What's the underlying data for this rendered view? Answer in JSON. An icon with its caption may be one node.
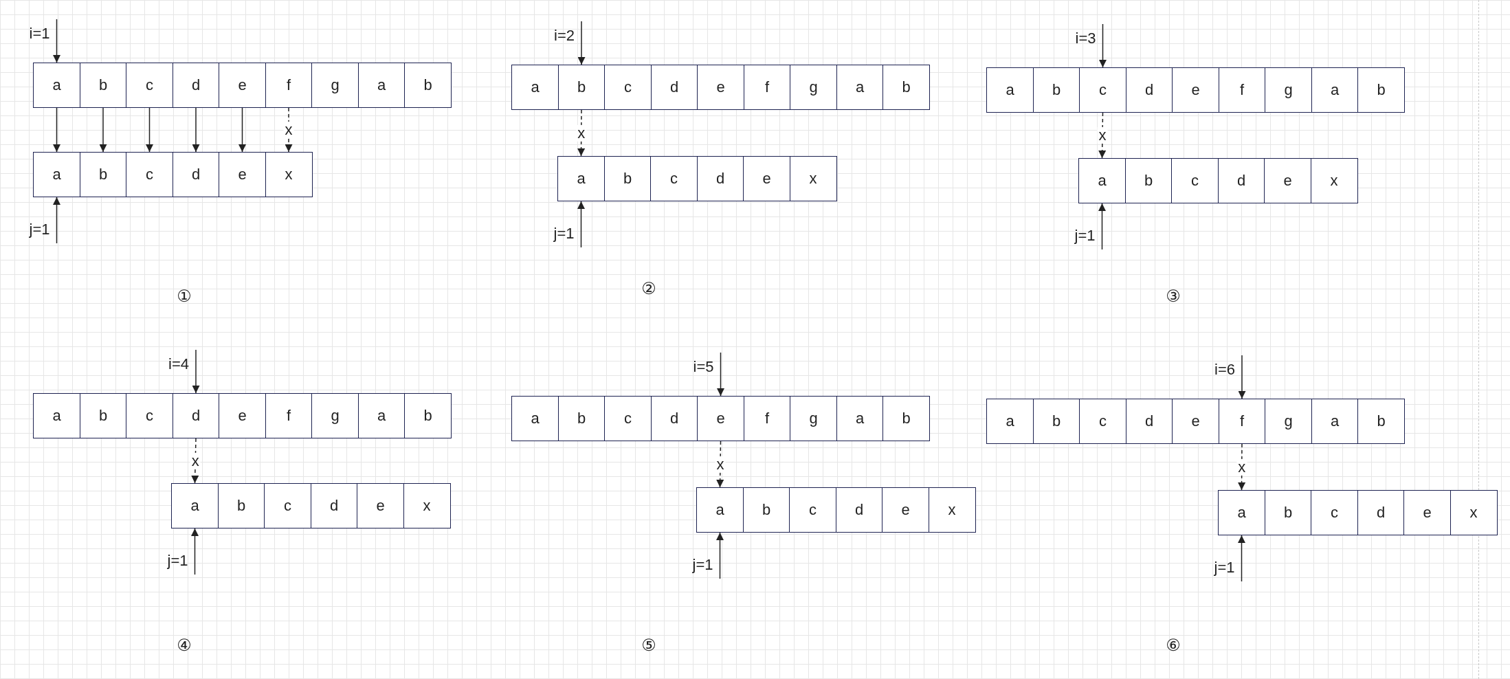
{
  "diagram": {
    "nodes": [
      {
        "text": [
          "a"
        ]
      },
      {
        "text": [
          "b"
        ]
      },
      {
        "text": [
          "c"
        ]
      },
      {
        "text": [
          "d"
        ]
      },
      {
        "text": [
          "e"
        ]
      },
      {
        "text": [
          "f"
        ]
      },
      {
        "text": [
          "g"
        ]
      },
      {
        "text": [
          "a"
        ]
      },
      {
        "text": [
          "b"
        ]
      },
      {
        "text": [
          "a"
        ]
      },
      {
        "text": [
          "b"
        ]
      },
      {
        "text": [
          "c"
        ]
      },
      {
        "text": [
          "d"
        ]
      },
      {
        "text": [
          "e"
        ]
      },
      {
        "text": [
          "x"
        ]
      },
      {
        "text": [
          "a"
        ]
      },
      {
        "text": [
          "b"
        ]
      },
      {
        "text": [
          "c"
        ]
      },
      {
        "text": [
          "d"
        ]
      },
      {
        "text": [
          "e"
        ]
      },
      {
        "text": [
          "f"
        ]
      },
      {
        "text": [
          "g"
        ]
      },
      {
        "text": [
          "a"
        ]
      },
      {
        "text": [
          "b"
        ]
      },
      {
        "text": [
          "a"
        ]
      },
      {
        "text": [
          "b"
        ]
      },
      {
        "text": [
          "c"
        ]
      },
      {
        "text": [
          "d"
        ]
      },
      {
        "text": [
          "e"
        ]
      },
      {
        "text": [
          "x"
        ]
      },
      {
        "text": [
          "a"
        ]
      },
      {
        "text": [
          "b"
        ]
      },
      {
        "text": [
          "c"
        ]
      },
      {
        "text": [
          "d"
        ]
      },
      {
        "text": [
          "e"
        ]
      },
      {
        "text": [
          "f"
        ]
      },
      {
        "text": [
          "g"
        ]
      },
      {
        "text": [
          "a"
        ]
      },
      {
        "text": [
          "b"
        ]
      },
      {
        "text": [
          "a"
        ]
      },
      {
        "text": [
          "b"
        ]
      },
      {
        "text": [
          "c"
        ]
      },
      {
        "text": [
          "d"
        ]
      },
      {
        "text": [
          "e"
        ]
      },
      {
        "text": [
          "x"
        ]
      },
      {
        "text": [
          "a"
        ]
      },
      {
        "text": [
          "b"
        ]
      },
      {
        "text": [
          "c"
        ]
      },
      {
        "text": [
          "d"
        ]
      },
      {
        "text": [
          "e"
        ]
      },
      {
        "text": [
          "f"
        ]
      },
      {
        "text": [
          "g"
        ]
      },
      {
        "text": [
          "a"
        ]
      },
      {
        "text": [
          "b"
        ]
      },
      {
        "text": [
          "a"
        ]
      },
      {
        "text": [
          "b"
        ]
      },
      {
        "text": [
          "c"
        ]
      },
      {
        "text": [
          "d"
        ]
      },
      {
        "text": [
          "e"
        ]
      },
      {
        "text": [
          "x"
        ]
      },
      {
        "text": [
          "a"
        ]
      },
      {
        "text": [
          "b"
        ]
      },
      {
        "text": [
          "c"
        ]
      },
      {
        "text": [
          "d"
        ]
      },
      {
        "text": [
          "e"
        ]
      },
      {
        "text": [
          "f"
        ]
      },
      {
        "text": [
          "g"
        ]
      },
      {
        "text": [
          "a"
        ]
      },
      {
        "text": [
          "b"
        ]
      },
      {
        "text": [
          "a"
        ]
      },
      {
        "text": [
          "b"
        ]
      },
      {
        "text": [
          "c"
        ]
      },
      {
        "text": [
          "d"
        ]
      },
      {
        "text": [
          "e"
        ]
      },
      {
        "text": [
          "x"
        ]
      },
      {
        "text": [
          "a"
        ]
      },
      {
        "text": [
          "b"
        ]
      },
      {
        "text": [
          "c"
        ]
      },
      {
        "text": [
          "d"
        ]
      },
      {
        "text": [
          "e"
        ]
      },
      {
        "text": [
          "f"
        ]
      },
      {
        "text": [
          "g"
        ]
      },
      {
        "text": [
          "a"
        ]
      },
      {
        "text": [
          "b"
        ]
      },
      {
        "text": [
          "a"
        ]
      },
      {
        "text": [
          "b"
        ]
      },
      {
        "text": [
          "c"
        ]
      },
      {
        "text": [
          "d"
        ]
      },
      {
        "text": [
          "e"
        ]
      },
      {
        "text": [
          "x"
        ]
      }
    ],
    "edges": [
      {
        "from": null,
        "to": 0,
        "arrow": "to",
        "label": "i=1"
      },
      {
        "from": null,
        "to": 9,
        "arrow": "to",
        "label": "j=1"
      },
      {
        "from": 0,
        "to": 9,
        "arrow": "to"
      },
      {
        "from": 1,
        "to": 10,
        "arrow": "to"
      },
      {
        "from": 2,
        "to": 11,
        "arrow": "to"
      },
      {
        "from": 3,
        "to": 12,
        "arrow": "to"
      },
      {
        "from": 4,
        "to": 13,
        "arrow": "to"
      },
      {
        "from": 5,
        "to": 14,
        "arrow": "to",
        "label": "x",
        "style": "dashed"
      },
      {
        "from": null,
        "to": 16,
        "arrow": "to",
        "label": "i=2"
      },
      {
        "from": null,
        "to": 24,
        "arrow": "to",
        "label": "j=1"
      },
      {
        "from": 16,
        "to": 24,
        "arrow": "to",
        "label": "x",
        "style": "dashed"
      },
      {
        "from": null,
        "to": 32,
        "arrow": "to",
        "label": "i=3"
      },
      {
        "from": null,
        "to": 39,
        "arrow": "to",
        "label": "j=1"
      },
      {
        "from": 32,
        "to": 39,
        "arrow": "to",
        "label": "x",
        "style": "dashed"
      },
      {
        "from": null,
        "to": 48,
        "arrow": "to",
        "label": "i=4"
      },
      {
        "from": null,
        "to": 54,
        "arrow": "to",
        "label": "j=1"
      },
      {
        "from": 48,
        "to": 54,
        "arrow": "to",
        "label": "x",
        "style": "dashed"
      },
      {
        "from": null,
        "to": 64,
        "arrow": "to",
        "label": "i=5"
      },
      {
        "from": null,
        "to": 69,
        "arrow": "to",
        "label": "j=1"
      },
      {
        "from": 64,
        "to": 69,
        "arrow": "to",
        "label": "x",
        "style": "dashed"
      },
      {
        "from": null,
        "to": 80,
        "arrow": "to",
        "label": "i=6"
      },
      {
        "from": null,
        "to": 84,
        "arrow": "to",
        "label": "j=1"
      },
      {
        "from": 80,
        "to": 84,
        "arrow": "to",
        "label": "x",
        "style": "dashed"
      }
    ],
    "labels": [
      "①",
      "②",
      "③",
      "④",
      "⑤",
      "⑥"
    ]
  }
}
